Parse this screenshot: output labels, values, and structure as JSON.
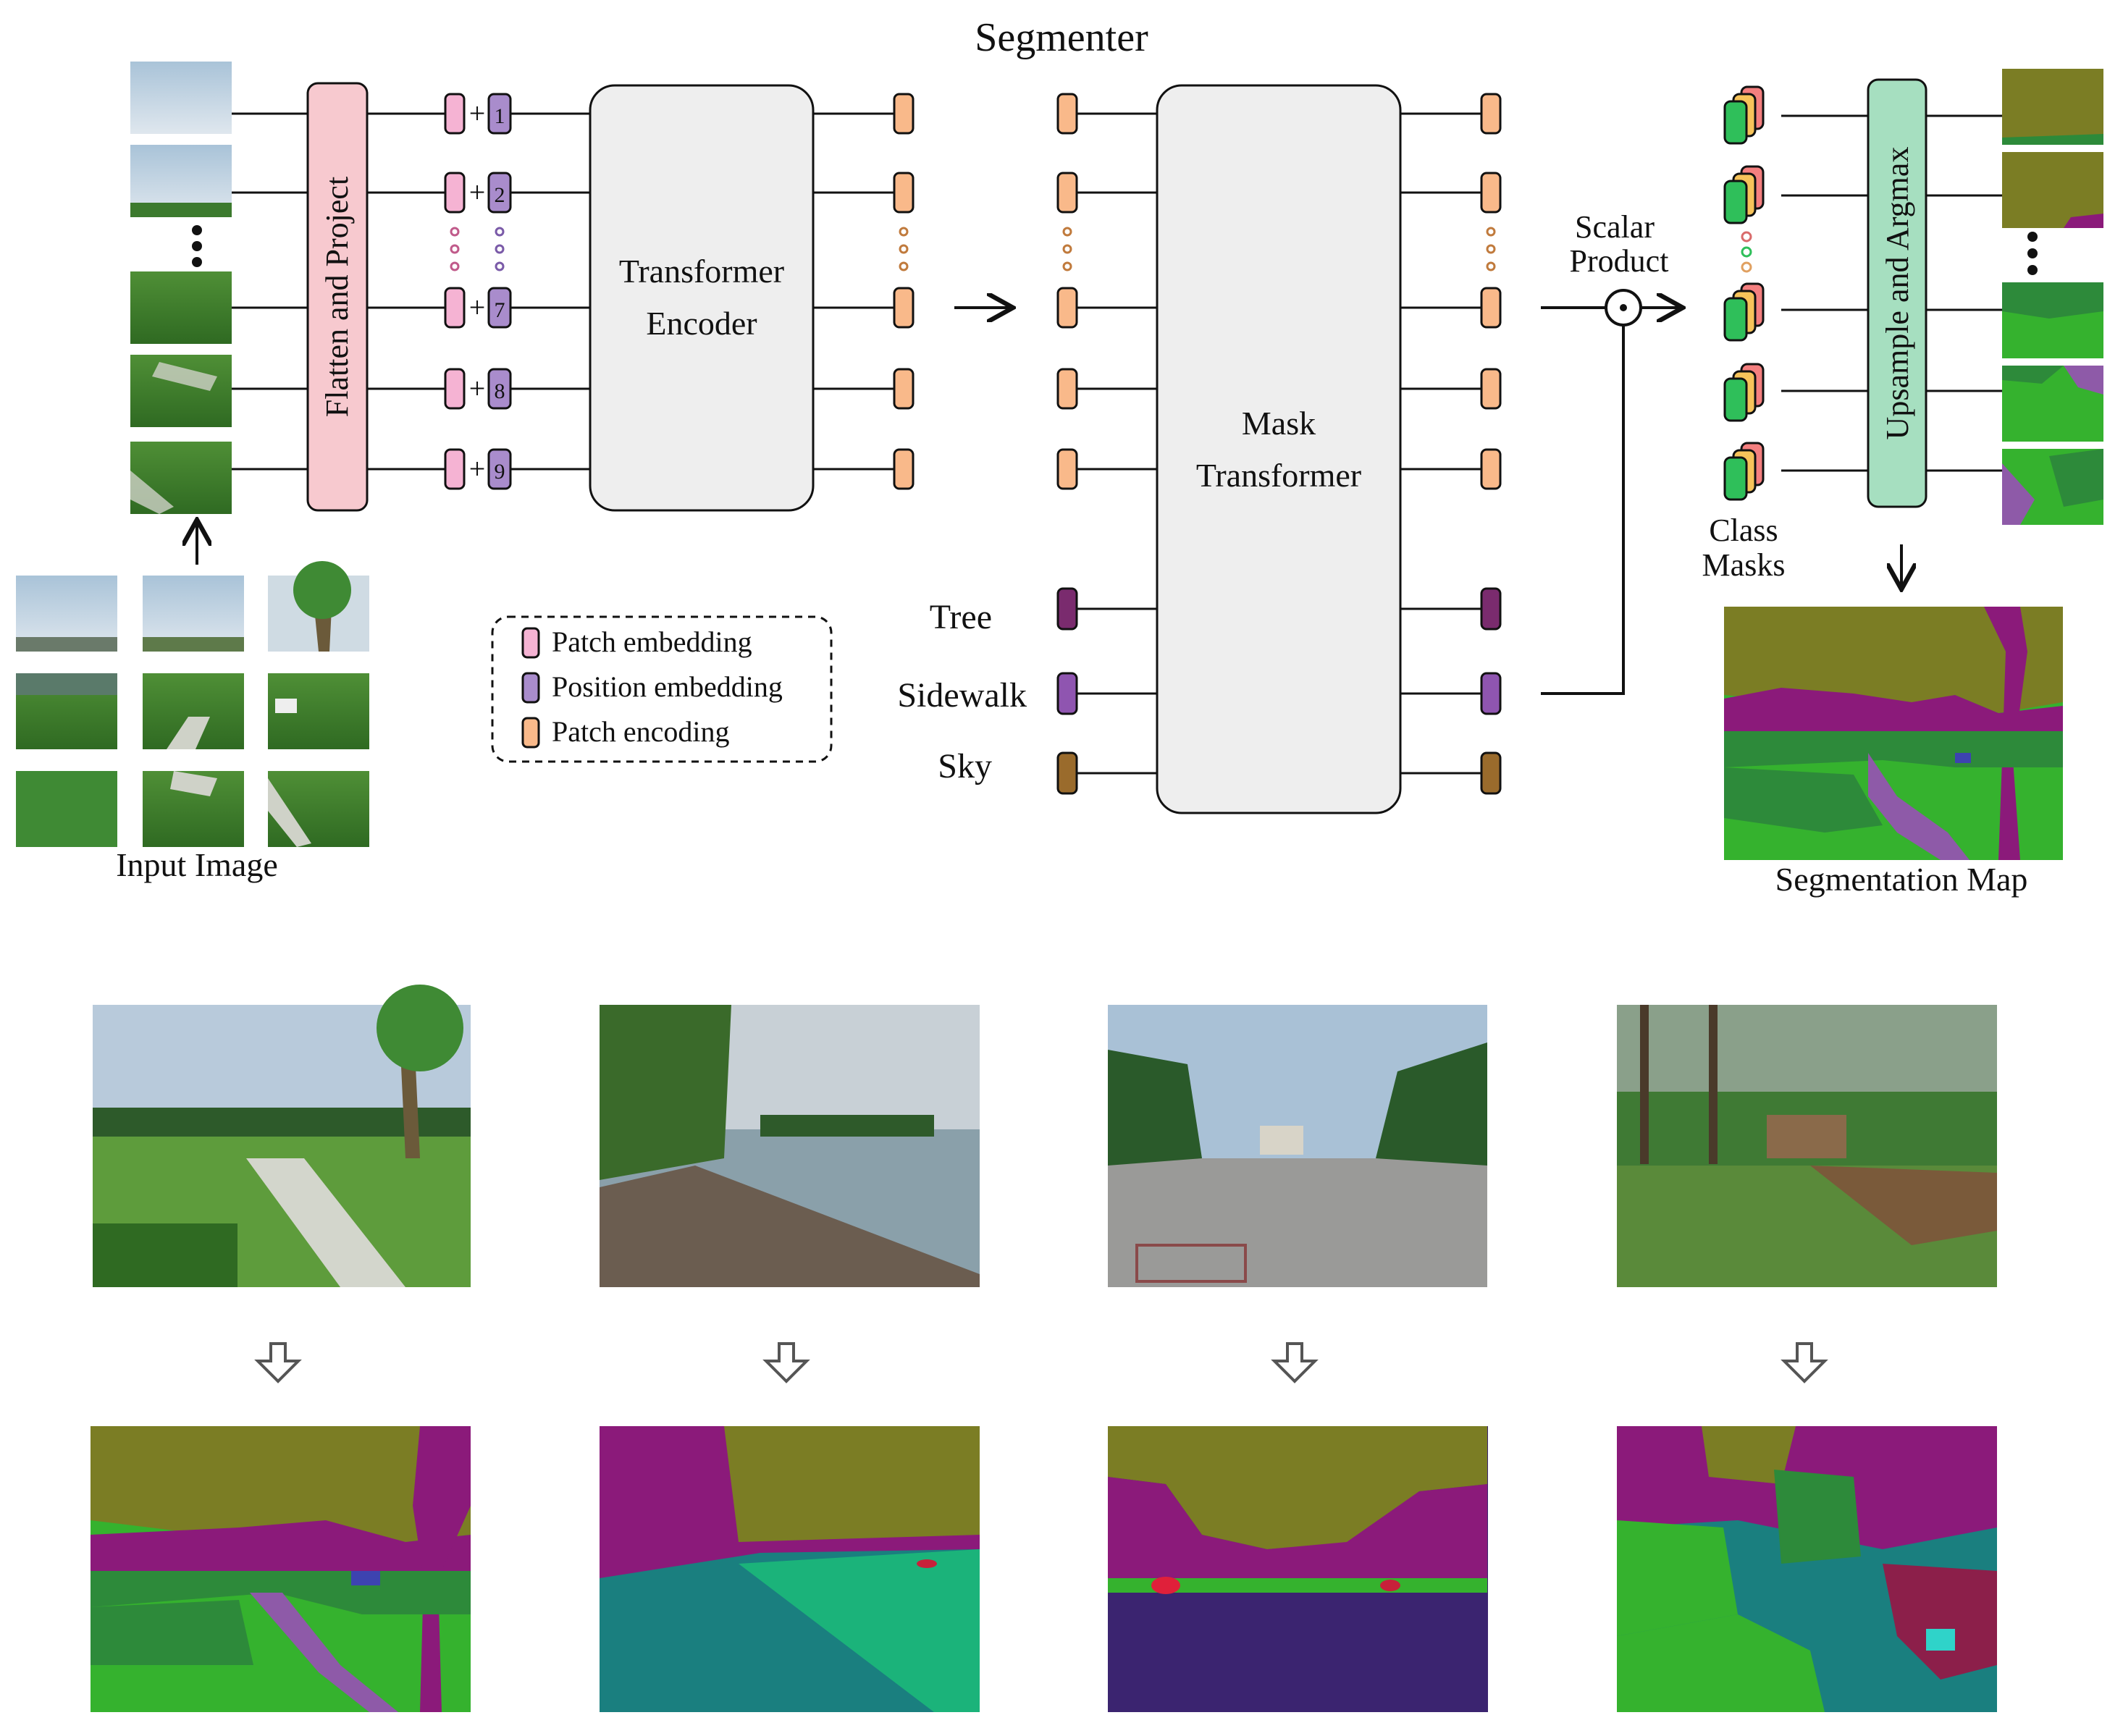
{
  "title": "Segmenter",
  "flatten_label": "Flatten and Project",
  "encoder_label": [
    "Transformer",
    "Encoder"
  ],
  "mask_transformer_label": [
    "Mask",
    "Transformer"
  ],
  "upsample_label": "Upsample and Argmax",
  "scalar_product_label": [
    "Scalar",
    "Product"
  ],
  "class_masks_label": [
    "Class",
    "Masks"
  ],
  "input_image_label": "Input Image",
  "segmentation_map_label": "Segmentation Map",
  "patch_numbers": [
    "1",
    "2",
    "7",
    "8",
    "9"
  ],
  "plus_sign": "+",
  "class_tokens": [
    "Tree",
    "Sidewalk",
    "Sky"
  ],
  "legend": [
    {
      "label": "Patch embedding",
      "color": "#f5b3d3"
    },
    {
      "label": "Position embedding",
      "color": "#a98ccc"
    },
    {
      "label": "Patch encoding",
      "color": "#f9b98a"
    }
  ],
  "colors": {
    "sky_seg": "#7b7d24",
    "tree_seg": "#8b1a7a",
    "grass_dark": "#2d8a3a",
    "grass_light": "#35b22e",
    "sidewalk_seg": "#8e5aa8",
    "water_seg": "#1a7f7f",
    "water_light": "#1bb37a",
    "ground_seg": "#3b2470",
    "fence_seg": "#8c1f4a",
    "flatten_fill": "#f7c9cf",
    "upsample_fill": "#a6dfc0",
    "block_fill": "#eeeeee",
    "tree_token": "#7a2b6e",
    "sidewalk_token": "#8f55b0",
    "sky_token": "#9a6b2c"
  }
}
